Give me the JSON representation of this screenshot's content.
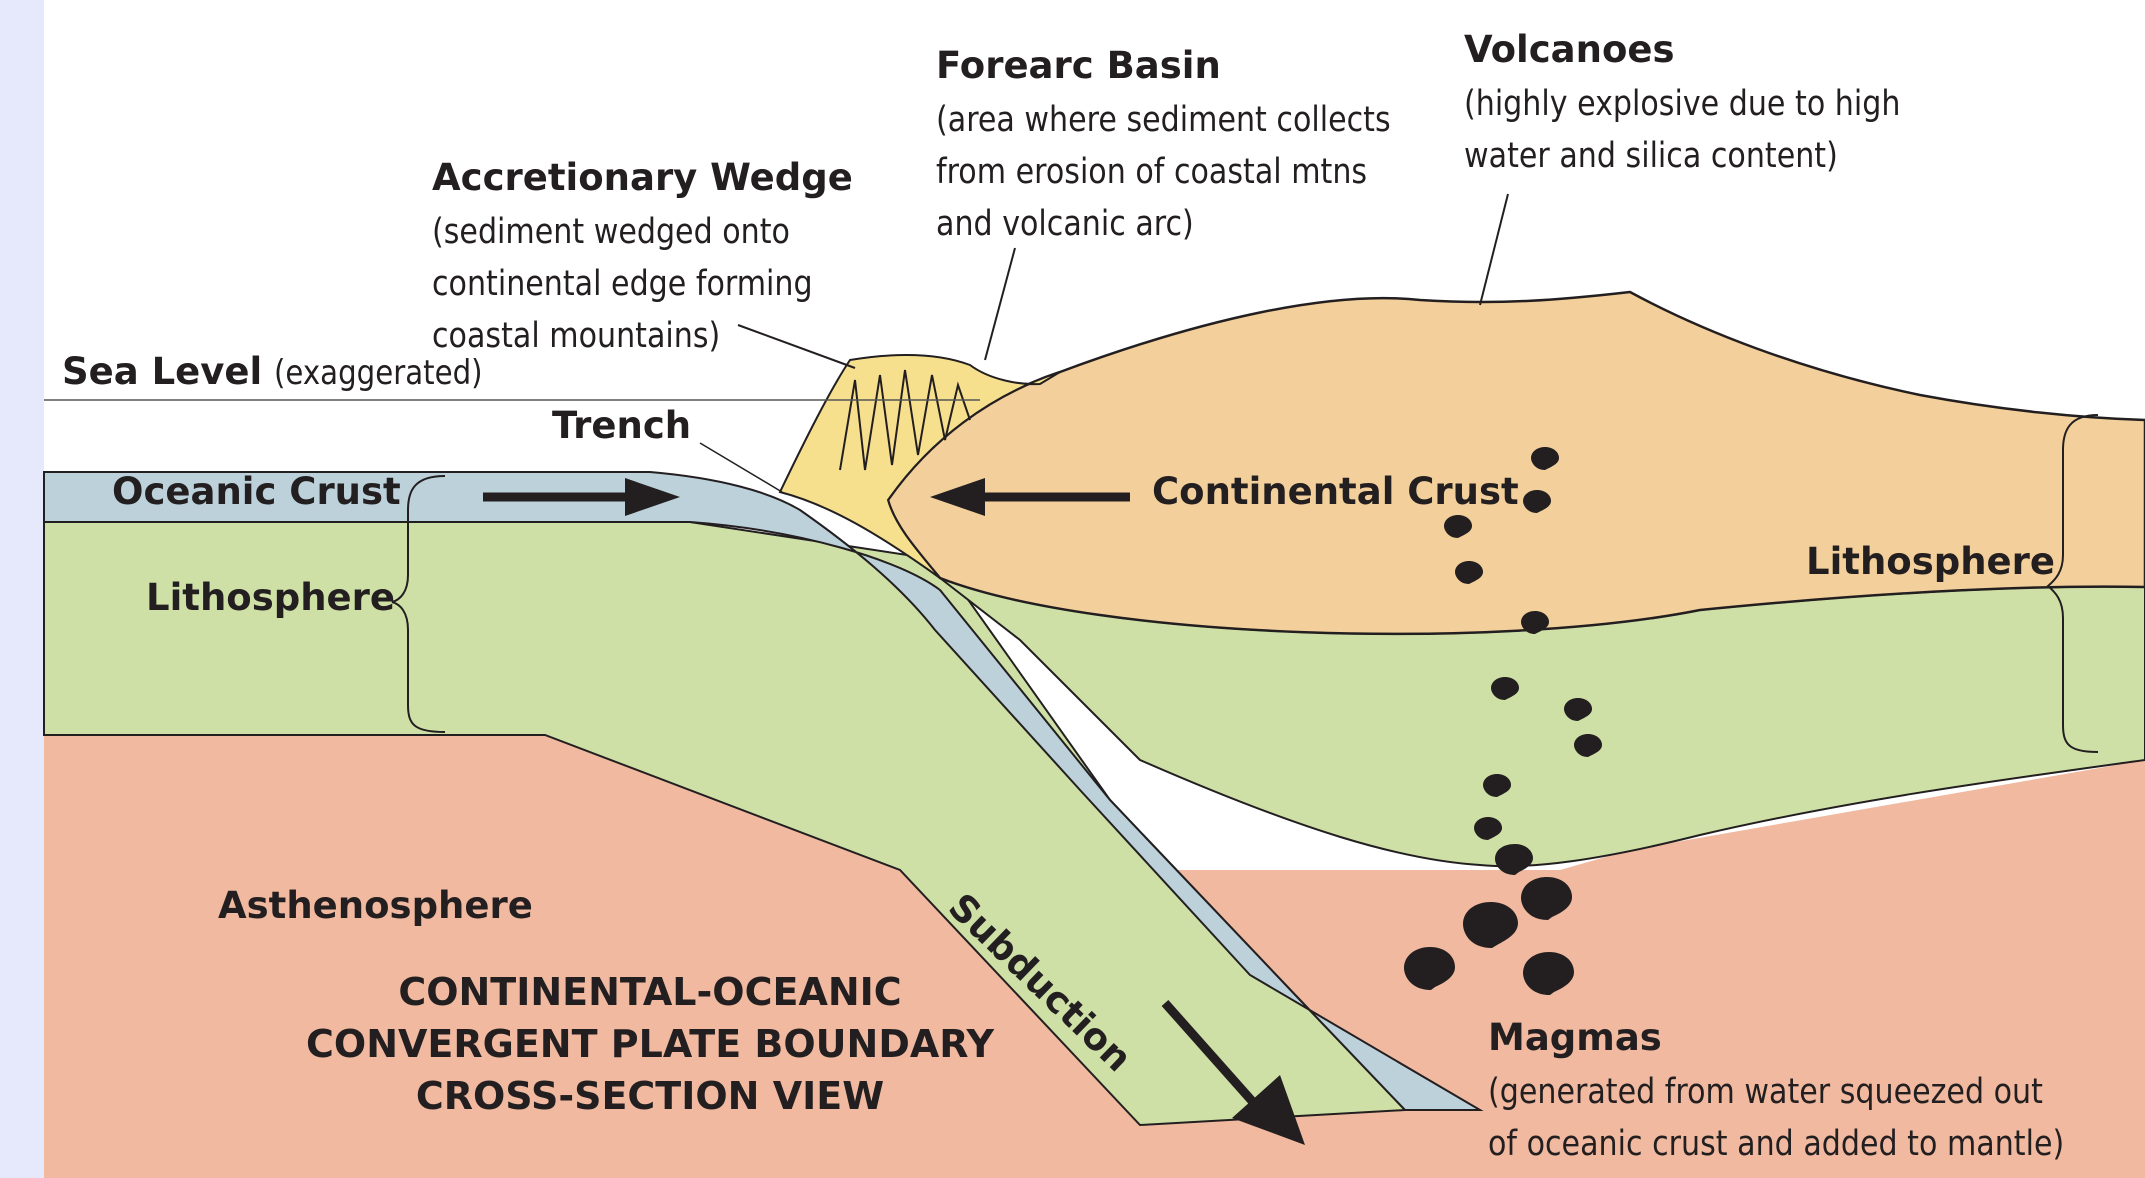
{
  "colors": {
    "left_margin": "#e6e9fb",
    "oceanic_crust": "#bcd1da",
    "lithosphere": "#cfe0a7",
    "asthenosphere": "#f0b9a0",
    "continental_crust": "#f3d09b",
    "accretionary_wedge": "#f6e08e",
    "magma": "#231f20",
    "outline": "#231f20"
  },
  "labels": {
    "forearc_basin": {
      "title": "Forearc Basin",
      "lines": [
        "(area where sediment collects",
        "from erosion of coastal mtns",
        "and volcanic arc)"
      ]
    },
    "volcanoes": {
      "title": "Volcanoes",
      "lines": [
        "(highly explosive due to high",
        "water and silica content)"
      ]
    },
    "accretionary_wedge": {
      "title": "Accretionary Wedge",
      "lines": [
        "(sediment wedged onto",
        "continental edge forming",
        "coastal mountains)"
      ]
    },
    "sea_level": {
      "title": "Sea Level",
      "note": "(exaggerated)"
    },
    "trench": "Trench",
    "oceanic_crust": "Oceanic Crust",
    "lithosphere_left": "Lithosphere",
    "continental_crust": "Continental Crust",
    "lithosphere_right": "Lithosphere",
    "subduction": "Subduction",
    "asthenosphere": "Asthenosphere",
    "magmas": {
      "title": "Magmas",
      "lines": [
        "(generated from water squeezed out",
        "of oceanic crust and added to mantle)"
      ]
    }
  },
  "caption": [
    "CONTINENTAL-OCEANIC",
    "CONVERGENT PLATE BOUNDARY",
    "CROSS-SECTION VIEW"
  ],
  "icons": [
    "arrow-right-icon",
    "arrow-left-icon",
    "arrow-down-right-icon",
    "magma-droplet-icon"
  ]
}
